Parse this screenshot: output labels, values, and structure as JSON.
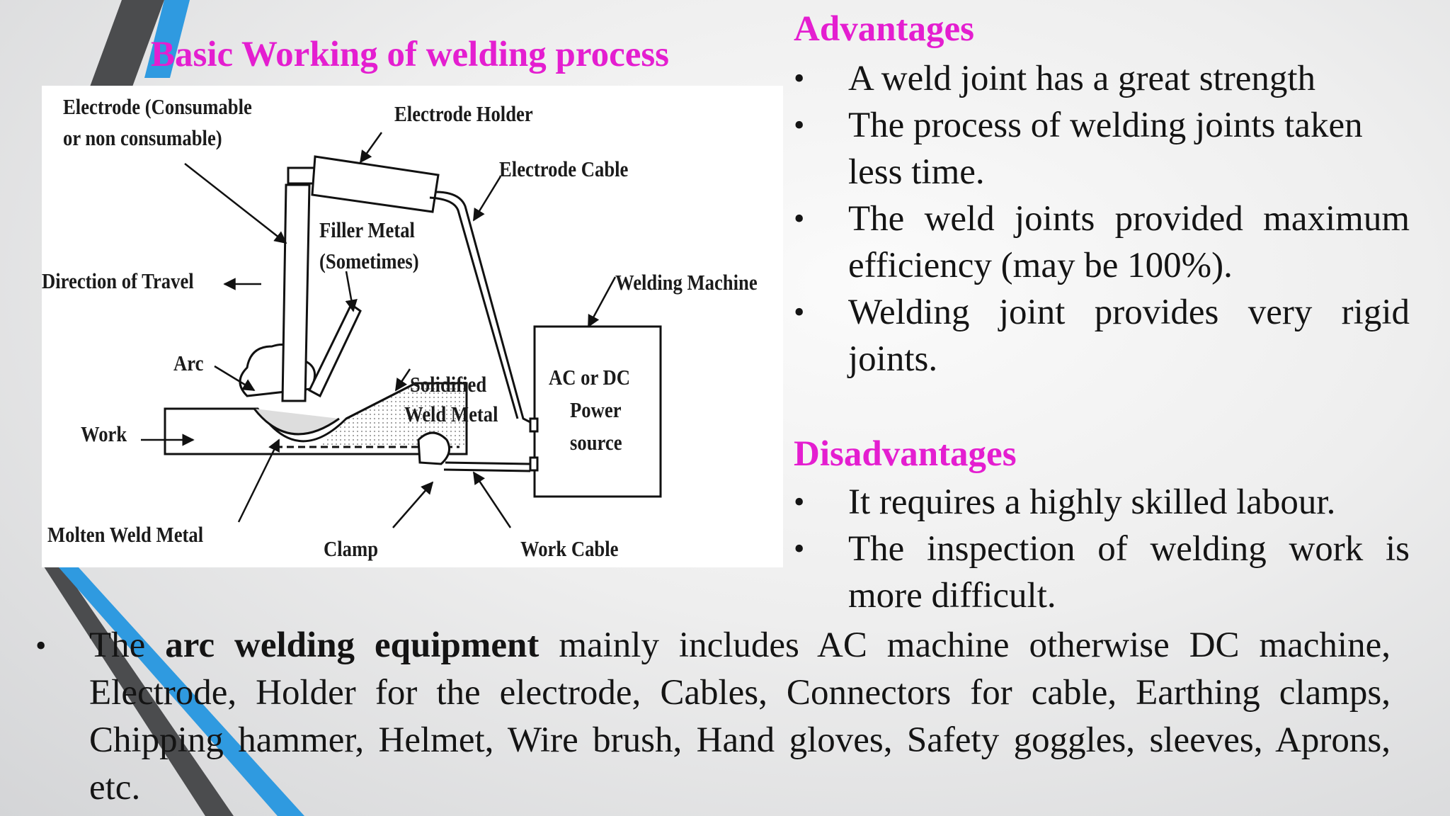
{
  "slide": {
    "title": "Basic Working of welding process",
    "diagram_labels": {
      "electrode_line1": "Electrode (Consumable",
      "electrode_line2": "or non consumable)",
      "electrode_holder": "Electrode Holder",
      "electrode_cable": "Electrode Cable",
      "filler_metal_line1": "Filler Metal",
      "filler_metal_line2": "(Sometimes)",
      "direction_of_travel": "Direction of Travel",
      "welding_machine": "Welding Machine",
      "arc": "Arc",
      "solidified_line1": "Solidified",
      "solidified_line2": "Weld Metal",
      "power_line1": "AC or DC",
      "power_line2": "Power",
      "power_line3": "source",
      "work": "Work",
      "molten_weld_metal": "Molten Weld Metal",
      "clamp": "Clamp",
      "work_cable": "Work Cable"
    },
    "advantages": {
      "heading": "Advantages",
      "items": [
        "A weld joint has a great strength",
        "The process of welding joints taken less time.",
        "The weld joints provided maximum efficiency (may be 100%).",
        "Welding joint provides very rigid joints."
      ]
    },
    "disadvantages": {
      "heading": "Disadvantages",
      "items": [
        "It requires a highly skilled labour.",
        "The inspection of welding work is more difficult."
      ]
    },
    "equipment": {
      "prefix": "The ",
      "bold": "arc welding equipment",
      "rest": " mainly includes AC machine otherwise DC machine, Electrode, Holder for the electrode, Cables, Connectors for cable, Earthing clamps, Chipping hammer, Helmet, Wire brush, Hand gloves, Safety goggles, sleeves, Aprons, etc."
    },
    "colors": {
      "accent_magenta": "#e41ed0",
      "accent_blue": "#2f9ae0",
      "stripe_dark": "#4b4c4e"
    }
  }
}
